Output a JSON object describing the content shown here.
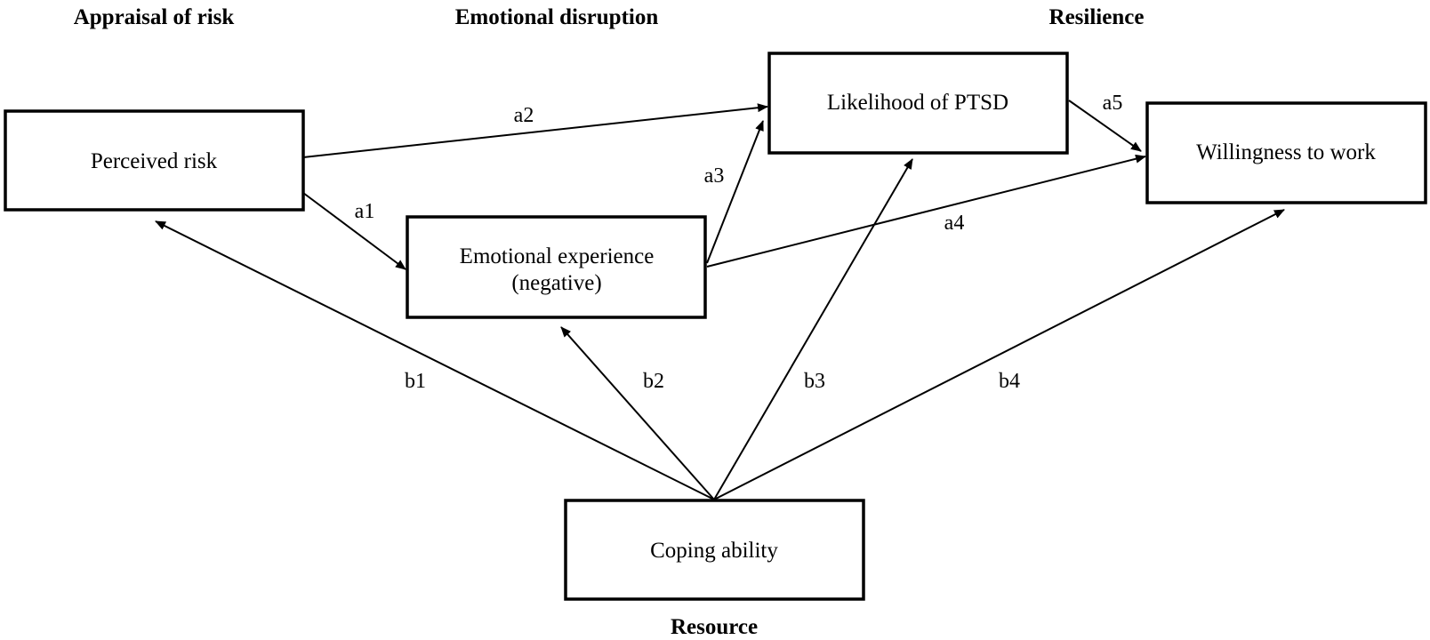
{
  "headings": {
    "appraisal": "Appraisal of risk",
    "emotional": "Emotional disruption",
    "resilience": "Resilience",
    "resource": "Resource"
  },
  "nodes": {
    "perceived_risk": "Perceived risk",
    "emotional_experience_line1": "Emotional experience",
    "emotional_experience_line2": "(negative)",
    "ptsd": "Likelihood of PTSD",
    "willingness": "Willingness to work",
    "coping": "Coping ability"
  },
  "paths": {
    "a1": "a1",
    "a2": "a2",
    "a3": "a3",
    "a4": "a4",
    "a5": "a5",
    "b1": "b1",
    "b2": "b2",
    "b3": "b3",
    "b4": "b4"
  },
  "colors": {
    "stroke": "#000000",
    "background": "#ffffff"
  }
}
